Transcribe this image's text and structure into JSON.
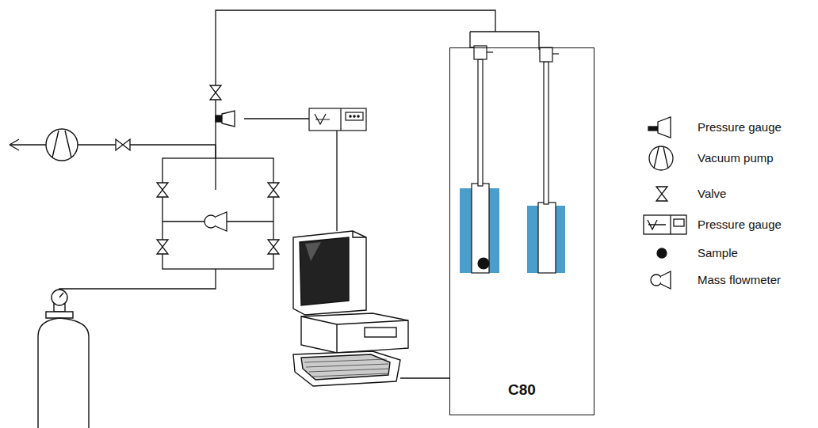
{
  "diagram": {
    "nodes": [
      {
        "text": [
          "C80"
        ]
      }
    ],
    "legend": [
      {
        "text": "Pressure gauge"
      },
      {
        "text": "Vacuum pump"
      },
      {
        "text": "Valve"
      },
      {
        "text": "Pressure gauge"
      },
      {
        "text": "Sample"
      },
      {
        "text": "Mass flowmeter"
      }
    ]
  }
}
